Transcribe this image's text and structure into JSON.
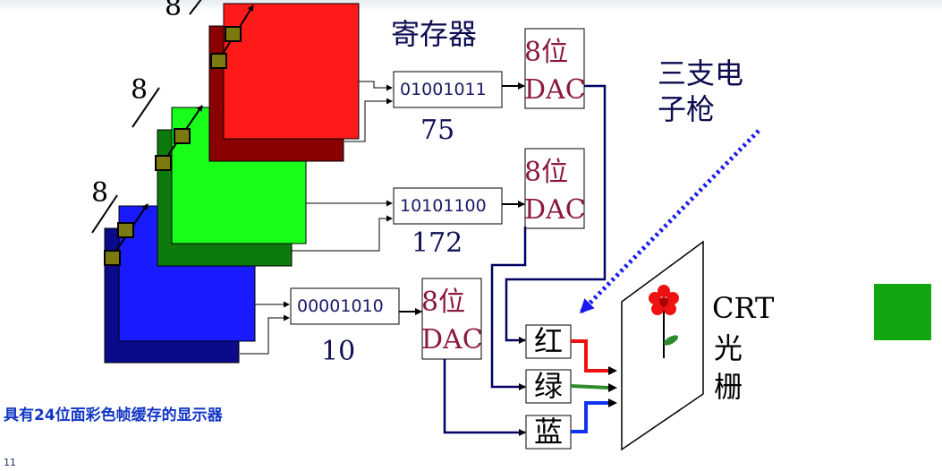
{
  "title": "寄存器",
  "bit_depth_labels": [
    "8",
    "8",
    "8"
  ],
  "registers": [
    {
      "value": "01001011",
      "decimal": "75"
    },
    {
      "value": "10101100",
      "decimal": "172"
    },
    {
      "value": "00001010",
      "decimal": "10"
    }
  ],
  "dac": [
    {
      "line1": "8位",
      "line2": "DAC"
    },
    {
      "line1": "8位",
      "line2": "DAC"
    },
    {
      "line1": "8位",
      "line2": "DAC"
    }
  ],
  "electron_gun_label": [
    "三支电",
    "子枪"
  ],
  "gun_channels": [
    "红",
    "绿",
    "蓝"
  ],
  "crt_label": [
    "CRT",
    "光",
    "栅"
  ],
  "caption": "具有24位面彩色帧缓存的显示器",
  "page_number": "11",
  "colors": {
    "red_plane": "#ff1a1a",
    "red_plane_back": "#8b0000",
    "green_plane": "#1aff1a",
    "green_plane_back": "#0d7a0d",
    "blue_plane": "#1a1aff",
    "blue_plane_back": "#0a0a8a",
    "wire": "#000066",
    "beam_arrow": "#1a1aee",
    "accent_square": "#12a612"
  },
  "icons": [
    "flower-icon",
    "pixel-marker-icon"
  ]
}
